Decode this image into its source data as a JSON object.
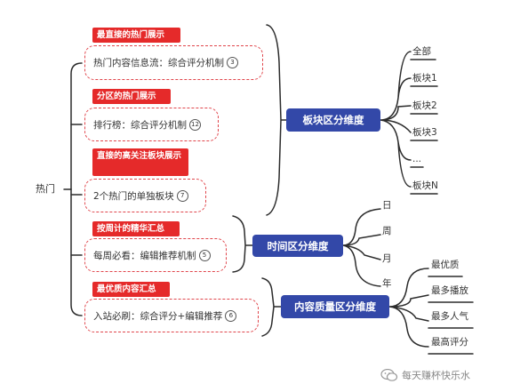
{
  "root": "热门",
  "left_items": [
    {
      "label": "最直接的热门展示",
      "text": "热门内容信息流：综合评分机制",
      "num": "3"
    },
    {
      "label": "分区的热门展示",
      "text": "排行榜：综合评分机制",
      "num": "12"
    },
    {
      "label": "直接的高关注板块展示",
      "text": "2个热门的单独板块",
      "num": "7"
    },
    {
      "label": "按周计的精华汇总",
      "text": "每周必看：编辑推荐机制",
      "num": "5"
    },
    {
      "label": "最优质内容汇总",
      "text": "入站必刷：综合评分+编辑推荐",
      "num": "6"
    }
  ],
  "dimensions": [
    {
      "title": "板块区分维度",
      "leaves": [
        "全部",
        "板块1",
        "板块2",
        "板块3",
        "...",
        "板块N"
      ]
    },
    {
      "title": "时间区分维度",
      "leaves": [
        "日",
        "周",
        "月",
        "年"
      ]
    },
    {
      "title": "内容质量区分维度",
      "leaves": [
        "最优质",
        "最多播放",
        "最多人气",
        "最高评分"
      ]
    }
  ],
  "watermark": "每天赚杯快乐水",
  "colors": {
    "red": "#e52a2a",
    "dashed": "#e0454b",
    "blue": "#3348a8",
    "line": "#2b2b2b"
  }
}
